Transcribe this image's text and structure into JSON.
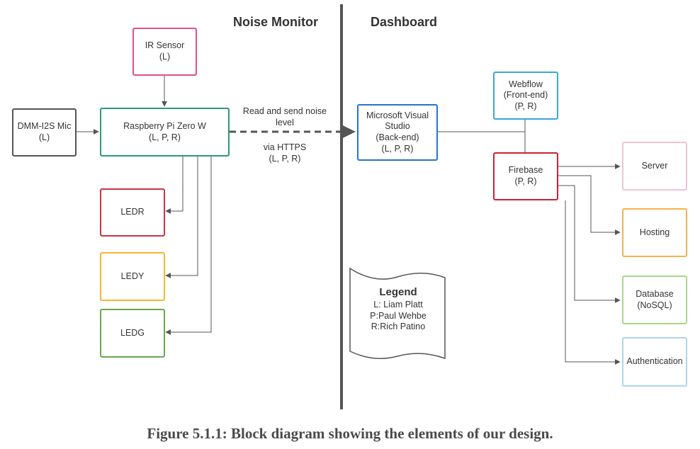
{
  "headings": {
    "left": "Noise Monitor",
    "right": "Dashboard"
  },
  "nodes": {
    "ir_sensor": {
      "label": "IR Sensor",
      "sub": "(L)",
      "color": "#e3507f"
    },
    "mic": {
      "label": "DMM-I2S Mic",
      "sub": "(L)",
      "color": "#555555"
    },
    "pi": {
      "label": "Raspberry Pi Zero W",
      "sub": "(L, P, R)",
      "color": "#2a9a7a"
    },
    "ledr": {
      "label": "LEDR",
      "color": "#cc3344"
    },
    "ledy": {
      "label": "LEDY",
      "color": "#f7b731"
    },
    "ledg": {
      "label": "LEDG",
      "color": "#6aa84f"
    },
    "msvs": {
      "label": "Microsoft Visual\nStudio\n(Back-end)",
      "sub": "(L, P, R)",
      "color": "#2277cc"
    },
    "webflow": {
      "label": "Webflow\n(Front-end)",
      "sub": "(P, R)",
      "color": "#38a8d8"
    },
    "firebase": {
      "label": "Firebase",
      "sub": "(P, R)",
      "color": "#cc2233"
    },
    "server": {
      "label": "Server",
      "color": "#f2c4d0"
    },
    "hosting": {
      "label": "Hosting",
      "color": "#f7b24a"
    },
    "database": {
      "label": "Database\n(NoSQL)",
      "color": "#a8d88a"
    },
    "authentication": {
      "label": "Authentication",
      "color": "#a9d6f2"
    }
  },
  "connection": {
    "top_text": "Read and send noise\nlevel",
    "bottom_text": "via HTTPS\n(L, P, R)"
  },
  "legend": {
    "title": "Legend",
    "entries": [
      "L: Liam Platt",
      "P:Paul Wehbe",
      "R:Rich Patino"
    ]
  },
  "caption": "Figure 5.1.1: Block diagram showing the elements of our design."
}
